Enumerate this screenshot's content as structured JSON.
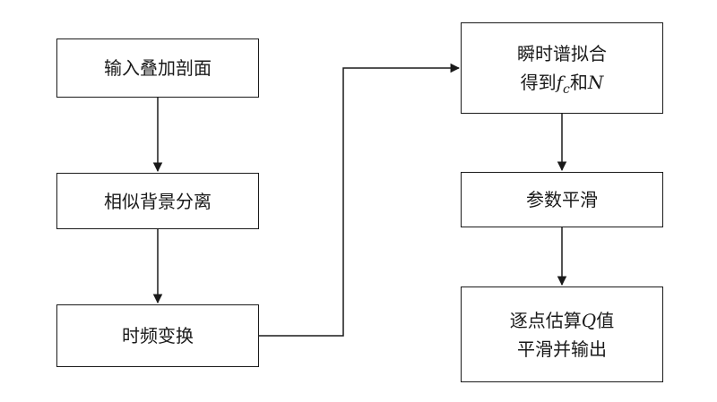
{
  "boxes": {
    "input": {
      "text": "输入叠加剖面"
    },
    "separation": {
      "text": "相似背景分离"
    },
    "tf_transform": {
      "text": "时频变换"
    },
    "spectrum_fit": {
      "line1": "瞬时谱拟合",
      "line2_prefix": "得到",
      "fc_symbol": "f",
      "fc_subscript": "c",
      "line2_mid": "和",
      "n_symbol": "N"
    },
    "smoothing": {
      "text": "参数平滑"
    },
    "q_estimate": {
      "line1_prefix": "逐点估算",
      "q_symbol": "Q",
      "line1_suffix": "值",
      "line2": "平滑并输出"
    }
  }
}
